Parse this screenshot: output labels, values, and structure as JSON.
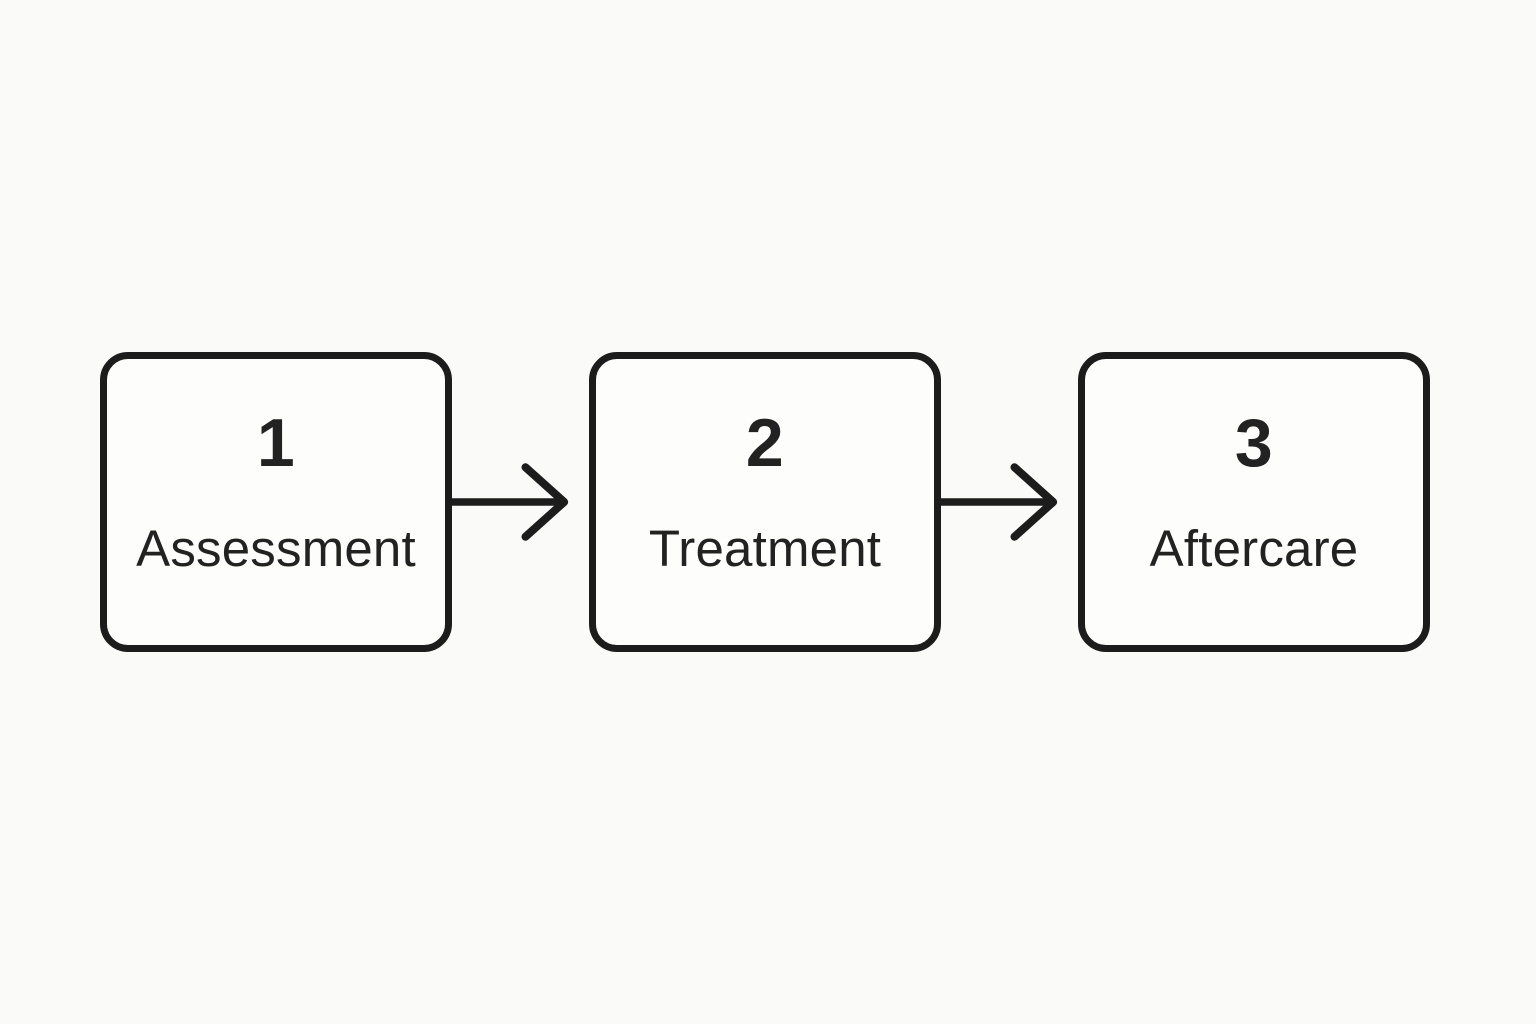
{
  "diagram": {
    "type": "flow",
    "direction": "left-to-right",
    "connector": "arrow-right",
    "steps": [
      {
        "number": "1",
        "label": "Assessment"
      },
      {
        "number": "2",
        "label": "Treatment"
      },
      {
        "number": "3",
        "label": "Aftercare"
      }
    ],
    "colors": {
      "background": "#fafaf9",
      "box_fill": "#fdfdfc",
      "stroke": "#1c1c1c",
      "text": "#222222"
    }
  }
}
